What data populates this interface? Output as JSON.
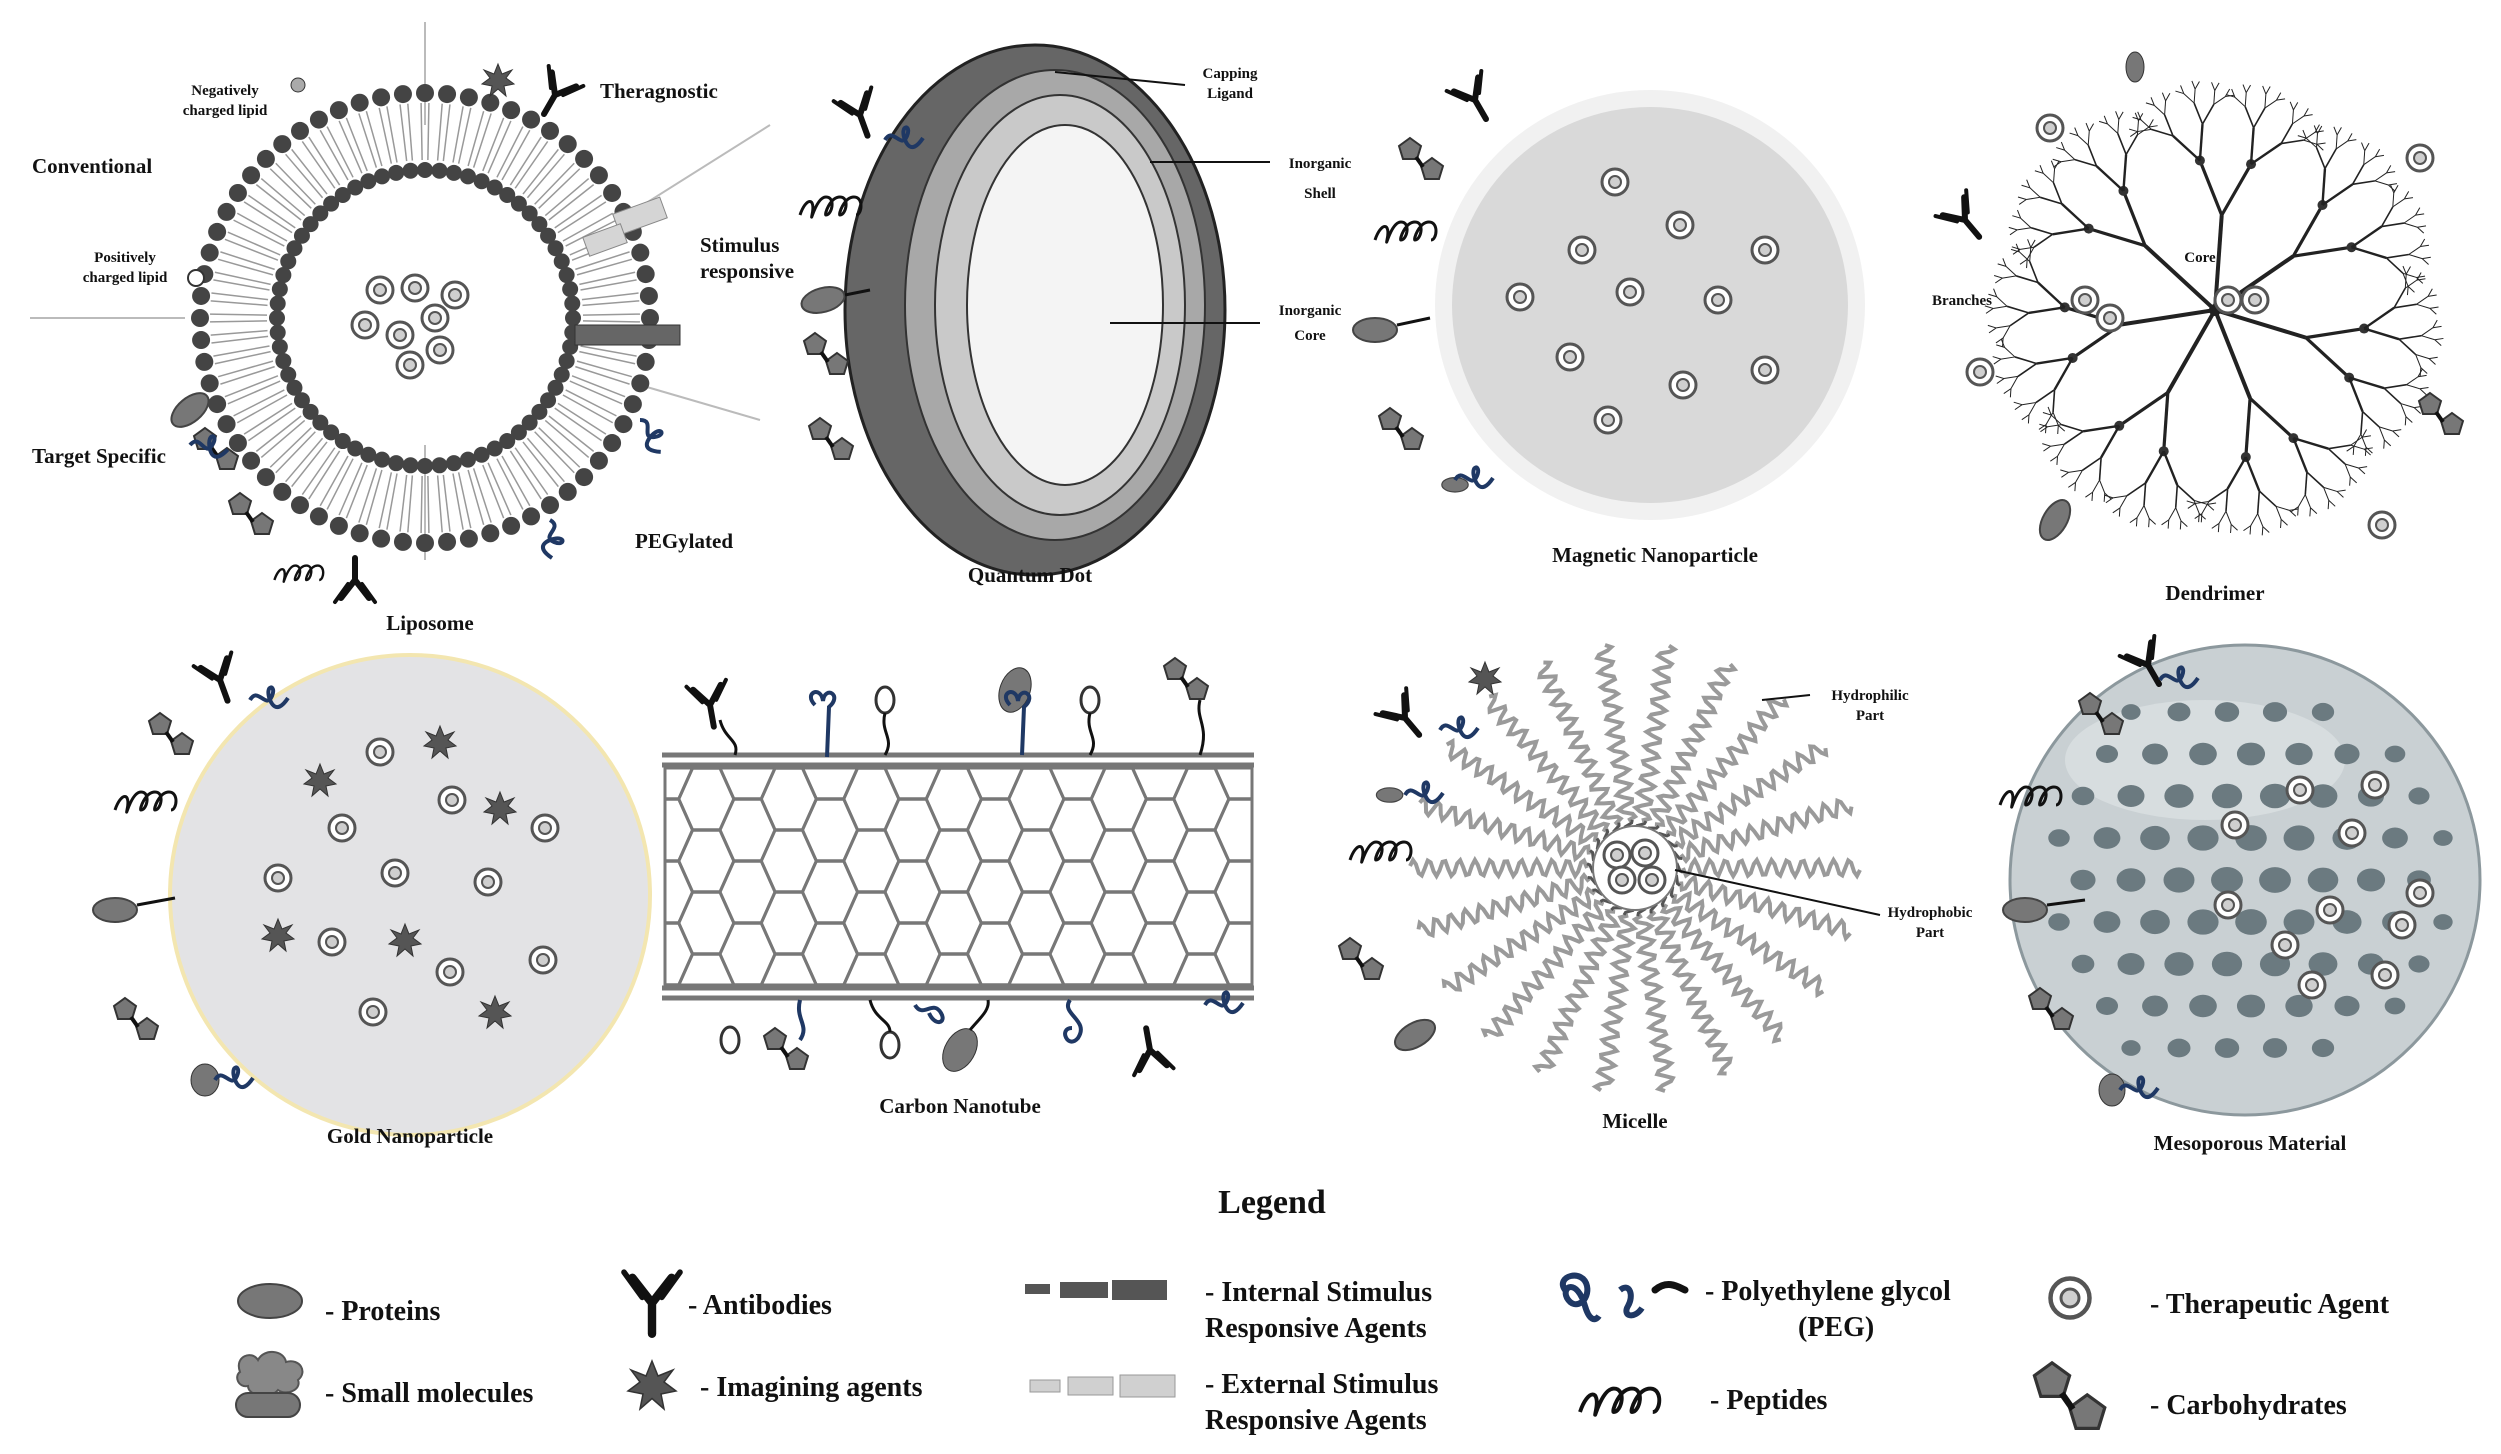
{
  "panels": {
    "liposome": {
      "caption": "Liposome",
      "labels": {
        "conventional": "Conventional",
        "negatively_charged_1": "Negatively",
        "negatively_charged_2": "charged lipid",
        "positively_charged_1": "Positively",
        "positively_charged_2": "charged lipid",
        "theragnostic": "Theragnostic",
        "stimulus_1": "Stimulus",
        "stimulus_2": "responsive",
        "target_specific": "Target Specific",
        "pegylated": "PEGylated"
      }
    },
    "quantum_dot": {
      "caption": "Quantum Dot",
      "labels": {
        "capping_1": "Capping",
        "capping_2": "Ligand",
        "shell_1": "Inorganic",
        "shell_2": "Shell",
        "core_1": "Inorganic",
        "core_2": "Core"
      }
    },
    "magnetic": {
      "caption": "Magnetic Nanoparticle"
    },
    "dendrimer": {
      "caption": "Dendrimer",
      "labels": {
        "core": "Core",
        "branches": "Branches"
      }
    },
    "gold": {
      "caption": "Gold Nanoparticle"
    },
    "carbon": {
      "caption": "Carbon Nanotube"
    },
    "micelle": {
      "caption": "Micelle",
      "labels": {
        "hydrophilic_1": "Hydrophilic",
        "hydrophilic_2": "Part",
        "hydrophobic_1": "Hydrophobic",
        "hydrophobic_2": "Part"
      }
    },
    "mesoporous": {
      "caption": "Mesoporous Material"
    }
  },
  "legend": {
    "title": "Legend",
    "items": {
      "proteins": "- Proteins",
      "small_molecules": "- Small molecules",
      "antibodies": "- Antibodies",
      "imaging": "- Imagining agents",
      "internal_1": "- Internal Stimulus",
      "internal_2": "Responsive Agents",
      "external_1": "- External Stimulus",
      "external_2": "Responsive Agents",
      "peg_1": "- Polyethylene glycol",
      "peg_2": "(PEG)",
      "peptides": "- Peptides",
      "therapeutic": "- Therapeutic Agent",
      "carbohydrates": "- Carbohydrates"
    }
  },
  "colors": {
    "dark_gray": "#5a5a5a",
    "mid_gray": "#9a9a9a",
    "light_gray": "#d9d9d9",
    "peg_blue": "#1f3864",
    "pore_gray": "#6b7a80",
    "meso_body": "#c9d0d3"
  }
}
